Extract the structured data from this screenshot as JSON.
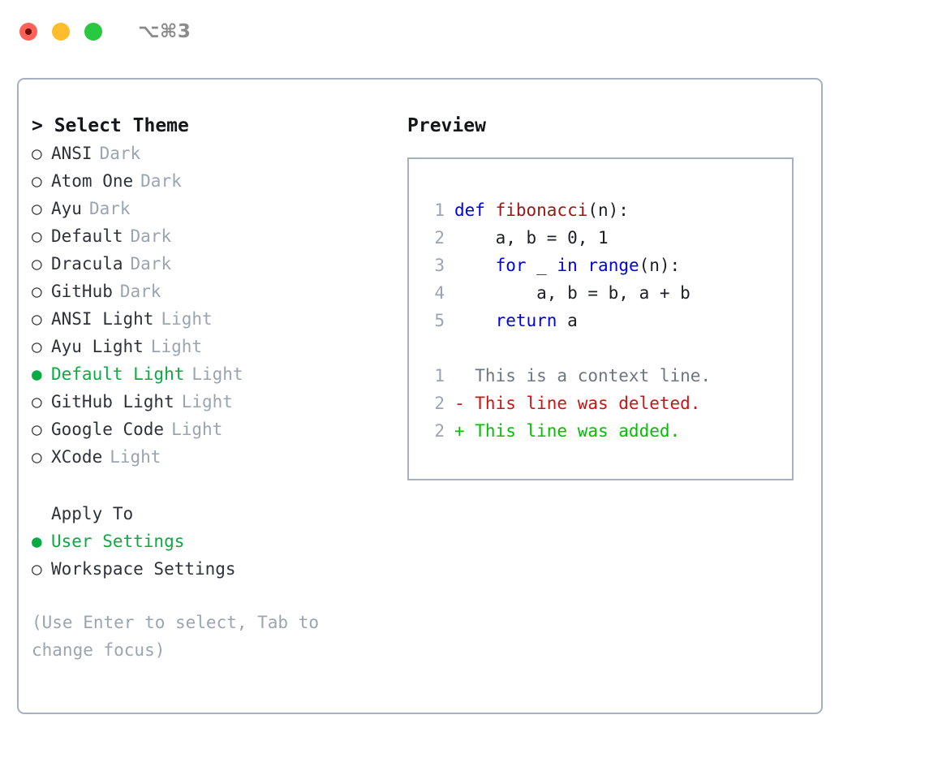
{
  "titlebar": {
    "traffic_lights": [
      "close-red",
      "minimize-yellow",
      "maximize-green"
    ],
    "shortcut": "⌥⌘3"
  },
  "theme_picker": {
    "header": "> Select Theme",
    "items": [
      {
        "marker": "○",
        "label": "ANSI",
        "tag": "Dark",
        "selected": false
      },
      {
        "marker": "○",
        "label": "Atom One",
        "tag": "Dark",
        "selected": false
      },
      {
        "marker": "○",
        "label": "Ayu",
        "tag": "Dark",
        "selected": false
      },
      {
        "marker": "○",
        "label": "Default",
        "tag": "Dark",
        "selected": false
      },
      {
        "marker": "○",
        "label": "Dracula",
        "tag": "Dark",
        "selected": false
      },
      {
        "marker": "○",
        "label": "GitHub",
        "tag": "Dark",
        "selected": false
      },
      {
        "marker": "○",
        "label": "ANSI Light",
        "tag": "Light",
        "selected": false
      },
      {
        "marker": "○",
        "label": "Ayu Light",
        "tag": "Light",
        "selected": false
      },
      {
        "marker": "●",
        "label": "Default Light",
        "tag": "Light",
        "selected": true
      },
      {
        "marker": "○",
        "label": "GitHub Light",
        "tag": "Light",
        "selected": false
      },
      {
        "marker": "○",
        "label": "Google Code",
        "tag": "Light",
        "selected": false
      },
      {
        "marker": "○",
        "label": "XCode",
        "tag": "Light",
        "selected": false
      }
    ]
  },
  "apply_to": {
    "header": "Apply To",
    "items": [
      {
        "marker": "●",
        "label": "User Settings",
        "selected": true
      },
      {
        "marker": "○",
        "label": "Workspace Settings",
        "selected": false
      }
    ]
  },
  "hint": "(Use Enter to select, Tab to change focus)",
  "preview": {
    "header": "Preview",
    "code_lines": [
      {
        "no": "1",
        "tokens": [
          {
            "t": "def ",
            "c": "kw"
          },
          {
            "t": "fibonacci",
            "c": "fn"
          },
          {
            "t": "(n):",
            "c": "plain"
          }
        ]
      },
      {
        "no": "2",
        "tokens": [
          {
            "t": "    a, b = 0, 1",
            "c": "plain"
          }
        ]
      },
      {
        "no": "3",
        "tokens": [
          {
            "t": "    ",
            "c": "plain"
          },
          {
            "t": "for",
            "c": "kw"
          },
          {
            "t": " _ ",
            "c": "plain"
          },
          {
            "t": "in",
            "c": "kw"
          },
          {
            "t": " ",
            "c": "plain"
          },
          {
            "t": "range",
            "c": "bi"
          },
          {
            "t": "(n):",
            "c": "plain"
          }
        ]
      },
      {
        "no": "4",
        "tokens": [
          {
            "t": "        a, b = b, a + b",
            "c": "plain"
          }
        ]
      },
      {
        "no": "5",
        "tokens": [
          {
            "t": "    ",
            "c": "plain"
          },
          {
            "t": "return",
            "c": "kw"
          },
          {
            "t": " a",
            "c": "plain"
          }
        ]
      }
    ],
    "diff_lines": [
      {
        "no": "1",
        "text": "  This is a context line.",
        "kind": "diff-ctx"
      },
      {
        "no": "2",
        "text": "- This line was deleted.",
        "kind": "diff-del"
      },
      {
        "no": "2",
        "text": "+ This line was added.",
        "kind": "diff-add"
      }
    ]
  },
  "colors": {
    "accent_green": "#0aab43",
    "muted": "#9aa5b1",
    "border": "#a6b1bf",
    "keyword": "#0000ee",
    "function": "#a01414",
    "diff_delete": "#cc1414",
    "diff_add": "#00c000",
    "light_red": "#ff6159",
    "light_yellow": "#ffbd2e",
    "light_green": "#28c840"
  }
}
